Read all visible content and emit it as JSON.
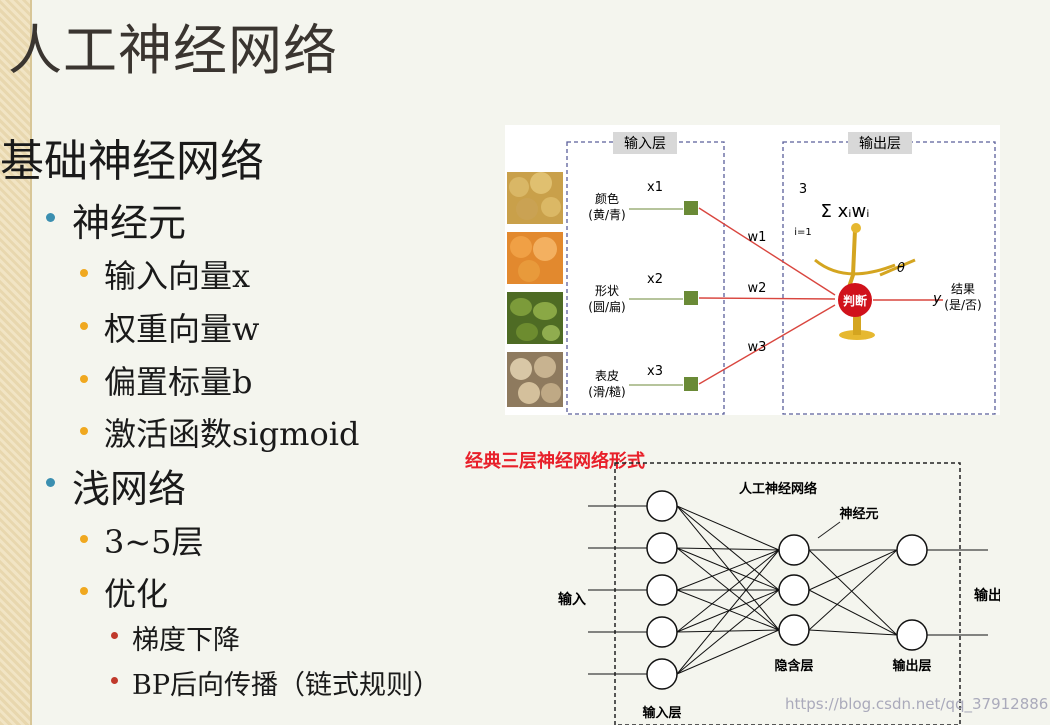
{
  "slide": {
    "title": "人工神经网络",
    "heading": "基础神经网络",
    "items": [
      {
        "label": "神经元",
        "level": 1
      },
      {
        "label": "输入向量x",
        "level": 2
      },
      {
        "label": "权重向量w",
        "level": 2
      },
      {
        "label": "偏置标量b",
        "level": 2
      },
      {
        "label": "激活函数sigmoid",
        "level": 2
      },
      {
        "label": "浅网络",
        "level": 1
      },
      {
        "label": "3~5层",
        "level": 2
      },
      {
        "label": "优化",
        "level": 2
      },
      {
        "label": "梯度下降",
        "level": 3
      },
      {
        "label": "BP后向传播（链式规则）",
        "level": 3
      }
    ],
    "caption": "经典三层神经网络形式",
    "watermark": "https://blog.csdn.net/qq_37912886"
  },
  "neuron_figure": {
    "input_layer_label": "输入层",
    "output_layer_label": "输出层",
    "inputs": [
      {
        "name": "颜色",
        "sub": "(黄/青)",
        "x": "x1",
        "w": "w1"
      },
      {
        "name": "形状",
        "sub": "(圆/扁)",
        "x": "x2",
        "w": "w2"
      },
      {
        "name": "表皮",
        "sub": "(滑/糙)",
        "x": "x3",
        "w": "w3"
      }
    ],
    "sum_formula": "Σ xᵢwᵢ",
    "sum_upper": "3",
    "sum_lower": "i=1",
    "theta": "θ",
    "judge": "判断",
    "output_symbol": "y",
    "result_label": "结果",
    "result_sub": "(是/否)"
  },
  "network_figure": {
    "title": "人工神经网络",
    "neuron_label": "神经元",
    "input_label": "输入",
    "output_label": "输出",
    "input_layer": "输入层",
    "hidden_layer": "隐含层",
    "output_layer": "输出层"
  },
  "colors": {
    "accent_blue": "#3b8fb0",
    "accent_orange": "#f0a81f",
    "accent_red": "#c0392b",
    "caption_red": "#e8202a"
  }
}
